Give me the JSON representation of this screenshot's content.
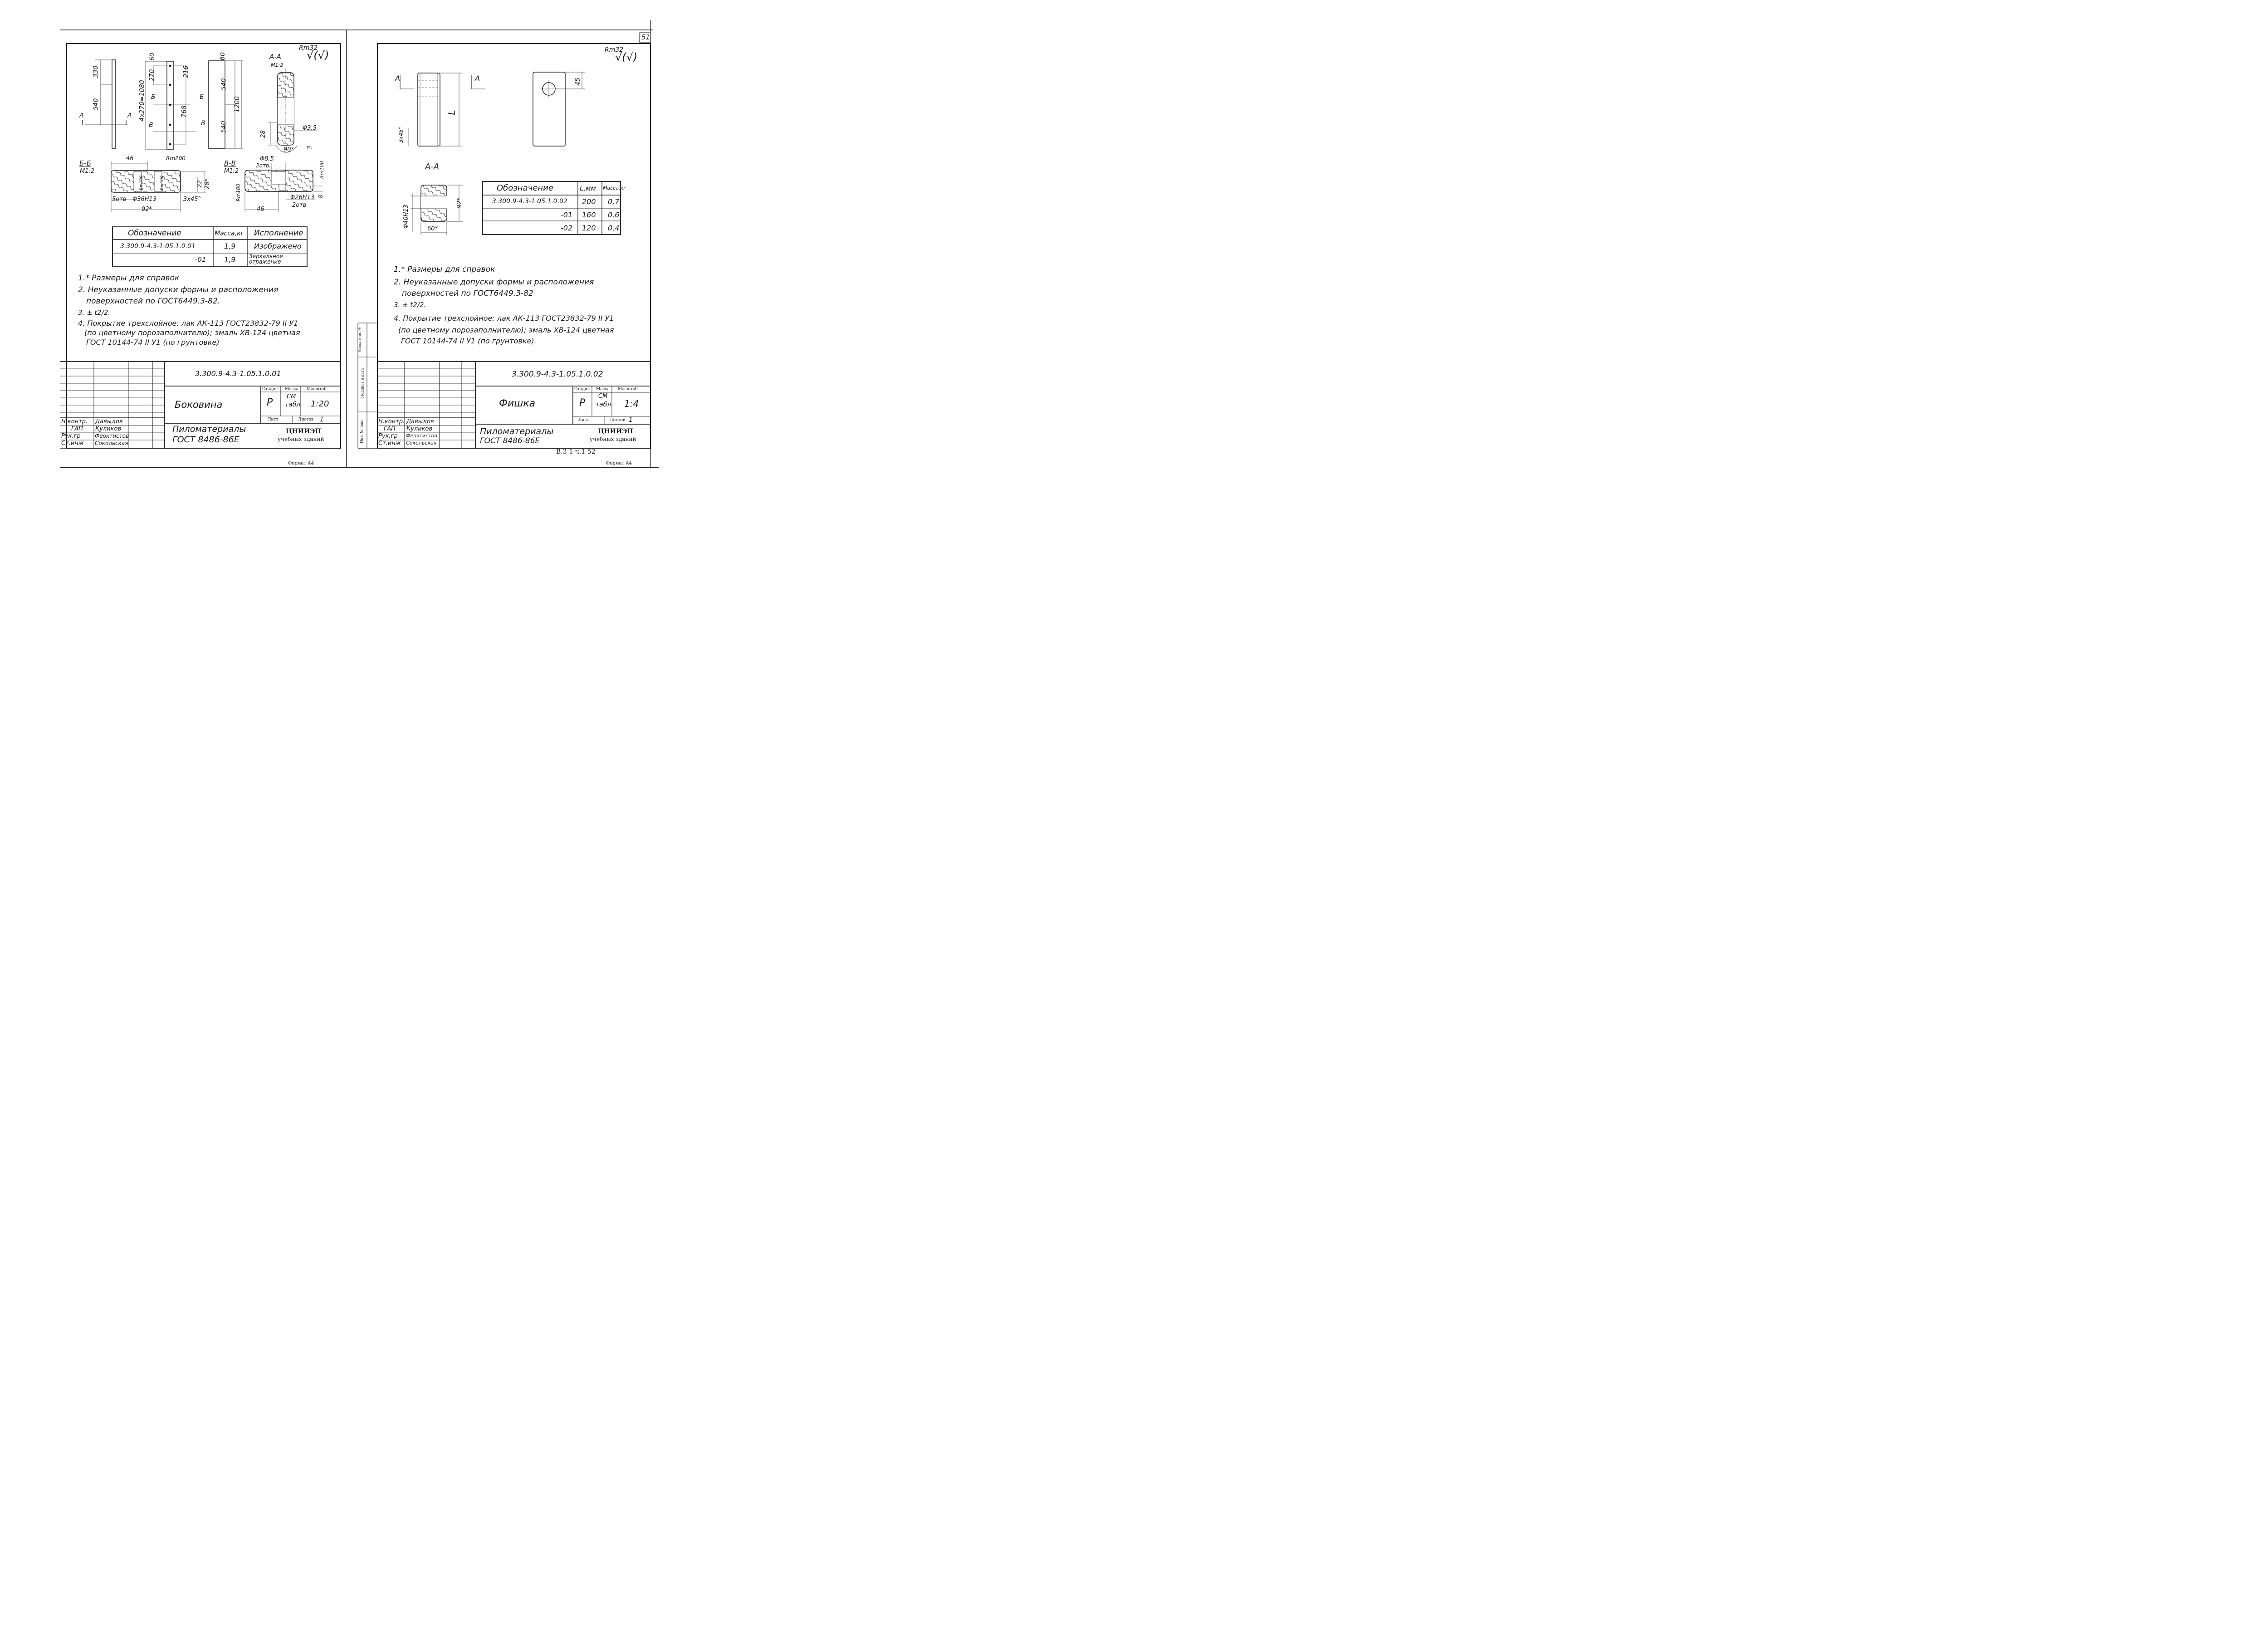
{
  "page_number": "51",
  "roughness_left": "Rm32",
  "roughness_right": "Rm32",
  "roughness_symbol": "√(√)",
  "left_sheet": {
    "dims": {
      "d330": "330",
      "d540a": "540",
      "d60a": "60",
      "d270": "270",
      "d216": "216",
      "d4x270": "4x270=1080",
      "d768": "768",
      "d60b": "60",
      "d540b": "540",
      "d1200": "1200",
      "d540c": "540",
      "d28": "28",
      "d3": "3",
      "d90": "90°",
      "phi35": "Φ3,5",
      "d46a": "46",
      "rm200": "Rm200",
      "rm100a": "Rm100",
      "rm100b": "Rm100",
      "d22": "22",
      "d28s": "28*",
      "phi36": "Φ36Н13",
      "otv5": "5отв",
      "chamfer": "3x45°",
      "d92": "92*",
      "phi85": "Φ8,5",
      "otv2a": "2отв.",
      "rm100c": "Rm100",
      "rm100d": "Rm100",
      "phi26": "Φ26Н13",
      "otv2b": "2отв",
      "d8": "8",
      "d46b": "46"
    },
    "section_aa": {
      "label": "А-А",
      "scale": "М1:2"
    },
    "section_bb": {
      "label": "Б-Б",
      "scale": "М1:2"
    },
    "section_vv": {
      "label": "В-В",
      "scale": "М1:2"
    },
    "cut_a": "А",
    "cut_b": "Б",
    "cut_v": "В",
    "table": {
      "headers": [
        "Обозначение",
        "Масса,кг",
        "Исполнение"
      ],
      "rows": [
        [
          "3.300.9-4.3-1.05.1.0.01",
          "1,9",
          "Изображено"
        ],
        [
          "-01",
          "1,9",
          "Зеркальное отражение"
        ]
      ]
    },
    "notes": [
      "1.* Размеры для справок",
      "2. Неуказанные допуски формы и расположения",
      "поверхностей по ГОСТ6449.3-82.",
      "3. ± t2/2.",
      "4. Покрытие трехслойное: лак АК-113 ГОСТ23832-79 II У1",
      "(по цветному порозаполнителю); эмаль ХВ-124 цветная",
      "ГОСТ 10144-74 II У1 (по грунтовке)"
    ],
    "stamp": {
      "designation": "3.300.9-4.3-1.05.1.0.01",
      "name": "Боковина",
      "material_1": "Пиломатериалы",
      "material_2": "ГОСТ 8486-86Е",
      "col_stage": "Стадия",
      "col_mass": "Масса",
      "col_scale": "Масштаб",
      "stage": "Р",
      "mass_1": "СМ",
      "mass_2": "табл",
      "scale": "1:20",
      "sheet_label": "Лист",
      "sheets_label": "Листов",
      "sheets": "1",
      "org_1": "ЦНИИЭП",
      "org_2": "учебных зданий",
      "roles": [
        "Н.контр.",
        "ГАП",
        "Рук.гр",
        "Ст.инж"
      ],
      "names": [
        "Давыдов",
        "Куликов",
        "Феоктистов",
        "Сокольская"
      ]
    },
    "format": "Формат А4"
  },
  "right_sheet": {
    "cut": "А",
    "dims": {
      "d45": "45",
      "dL": "L",
      "chamfer": "3x45°",
      "d92": "92*",
      "phi40": "Φ40Н13",
      "d60": "60*"
    },
    "section_aa": "А-А",
    "table": {
      "headers": [
        "Обозначение",
        "L,мм",
        "Масса,кг"
      ],
      "rows": [
        [
          "3.300.9-4.3-1.05.1.0.02",
          "200",
          "0,7"
        ],
        [
          "-01",
          "160",
          "0,6"
        ],
        [
          "-02",
          "120",
          "0,4"
        ]
      ]
    },
    "notes": [
      "1.* Размеры для справок",
      "2. Неуказанные допуски формы и расположения",
      "поверхностей по ГОСТ6449.3-82",
      "3. ± t2/2.",
      "4. Покрытие трехслойное: лак АК-113 ГОСТ23832-79 II У1",
      "(по цветному порозаполнителю); эмаль ХВ-124 цветная",
      "ГОСТ 10144-74 II У1 (по грунтовке)."
    ],
    "side_labels": [
      "Взам. инв. №",
      "Подпись и дата",
      "Инв. № подл."
    ],
    "stamp": {
      "designation": "3.300.9-4.3-1.05.1.0.02",
      "name": "Фишка",
      "material_1": "Пиломатериалы",
      "material_2": "ГОСТ 8486-86Е",
      "col_stage": "Стадия",
      "col_mass": "Масса",
      "col_scale": "Масштаб",
      "stage": "Р",
      "mass_1": "СМ",
      "mass_2": "табл.",
      "scale": "1:4",
      "sheet_label": "Лист",
      "sheets_label": "Листов",
      "sheets": "1",
      "org_1": "ЦНИИЭП",
      "org_2": "учебных зданий",
      "roles": [
        "Н.контр.",
        "ГАП",
        "Рук.гр",
        "Ст.инж"
      ],
      "names": [
        "Давыдов",
        "Куликов",
        "Феоктистов",
        "Сокольская"
      ]
    },
    "album_ref": "В.3-1 ч.1 52",
    "format": "Формат А4"
  }
}
